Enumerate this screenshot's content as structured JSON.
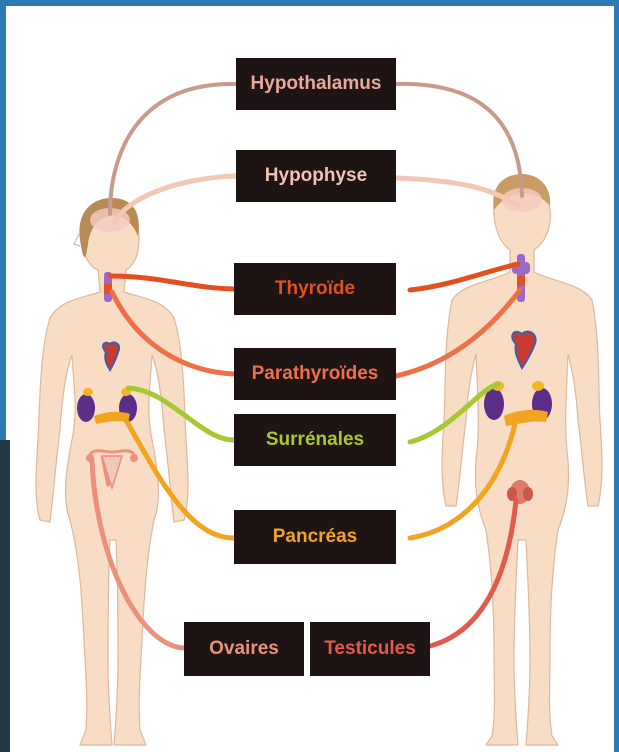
{
  "labels": {
    "hypothalamus": "Hypothalamus",
    "hypophyse": "Hypophyse",
    "thyroide": "Thyroïde",
    "parathyroides": "Parathyroïdes",
    "surrenales": "Surrénales",
    "pancreas": "Pancréas",
    "ovaires": "Ovaires",
    "testicules": "Testicules"
  },
  "colors": {
    "hypothalamus": "#e8a89a",
    "hypophyse": "#f1c3b2",
    "thyroide": "#e3501f",
    "parathyroides": "#ee7048",
    "surrenales": "#a6c832",
    "pancreas": "#f2a321",
    "ovaires": "#e9917a",
    "testicules": "#e05a4d",
    "body": "#f9dcc4",
    "frame_bg": "#2c7cb3"
  }
}
